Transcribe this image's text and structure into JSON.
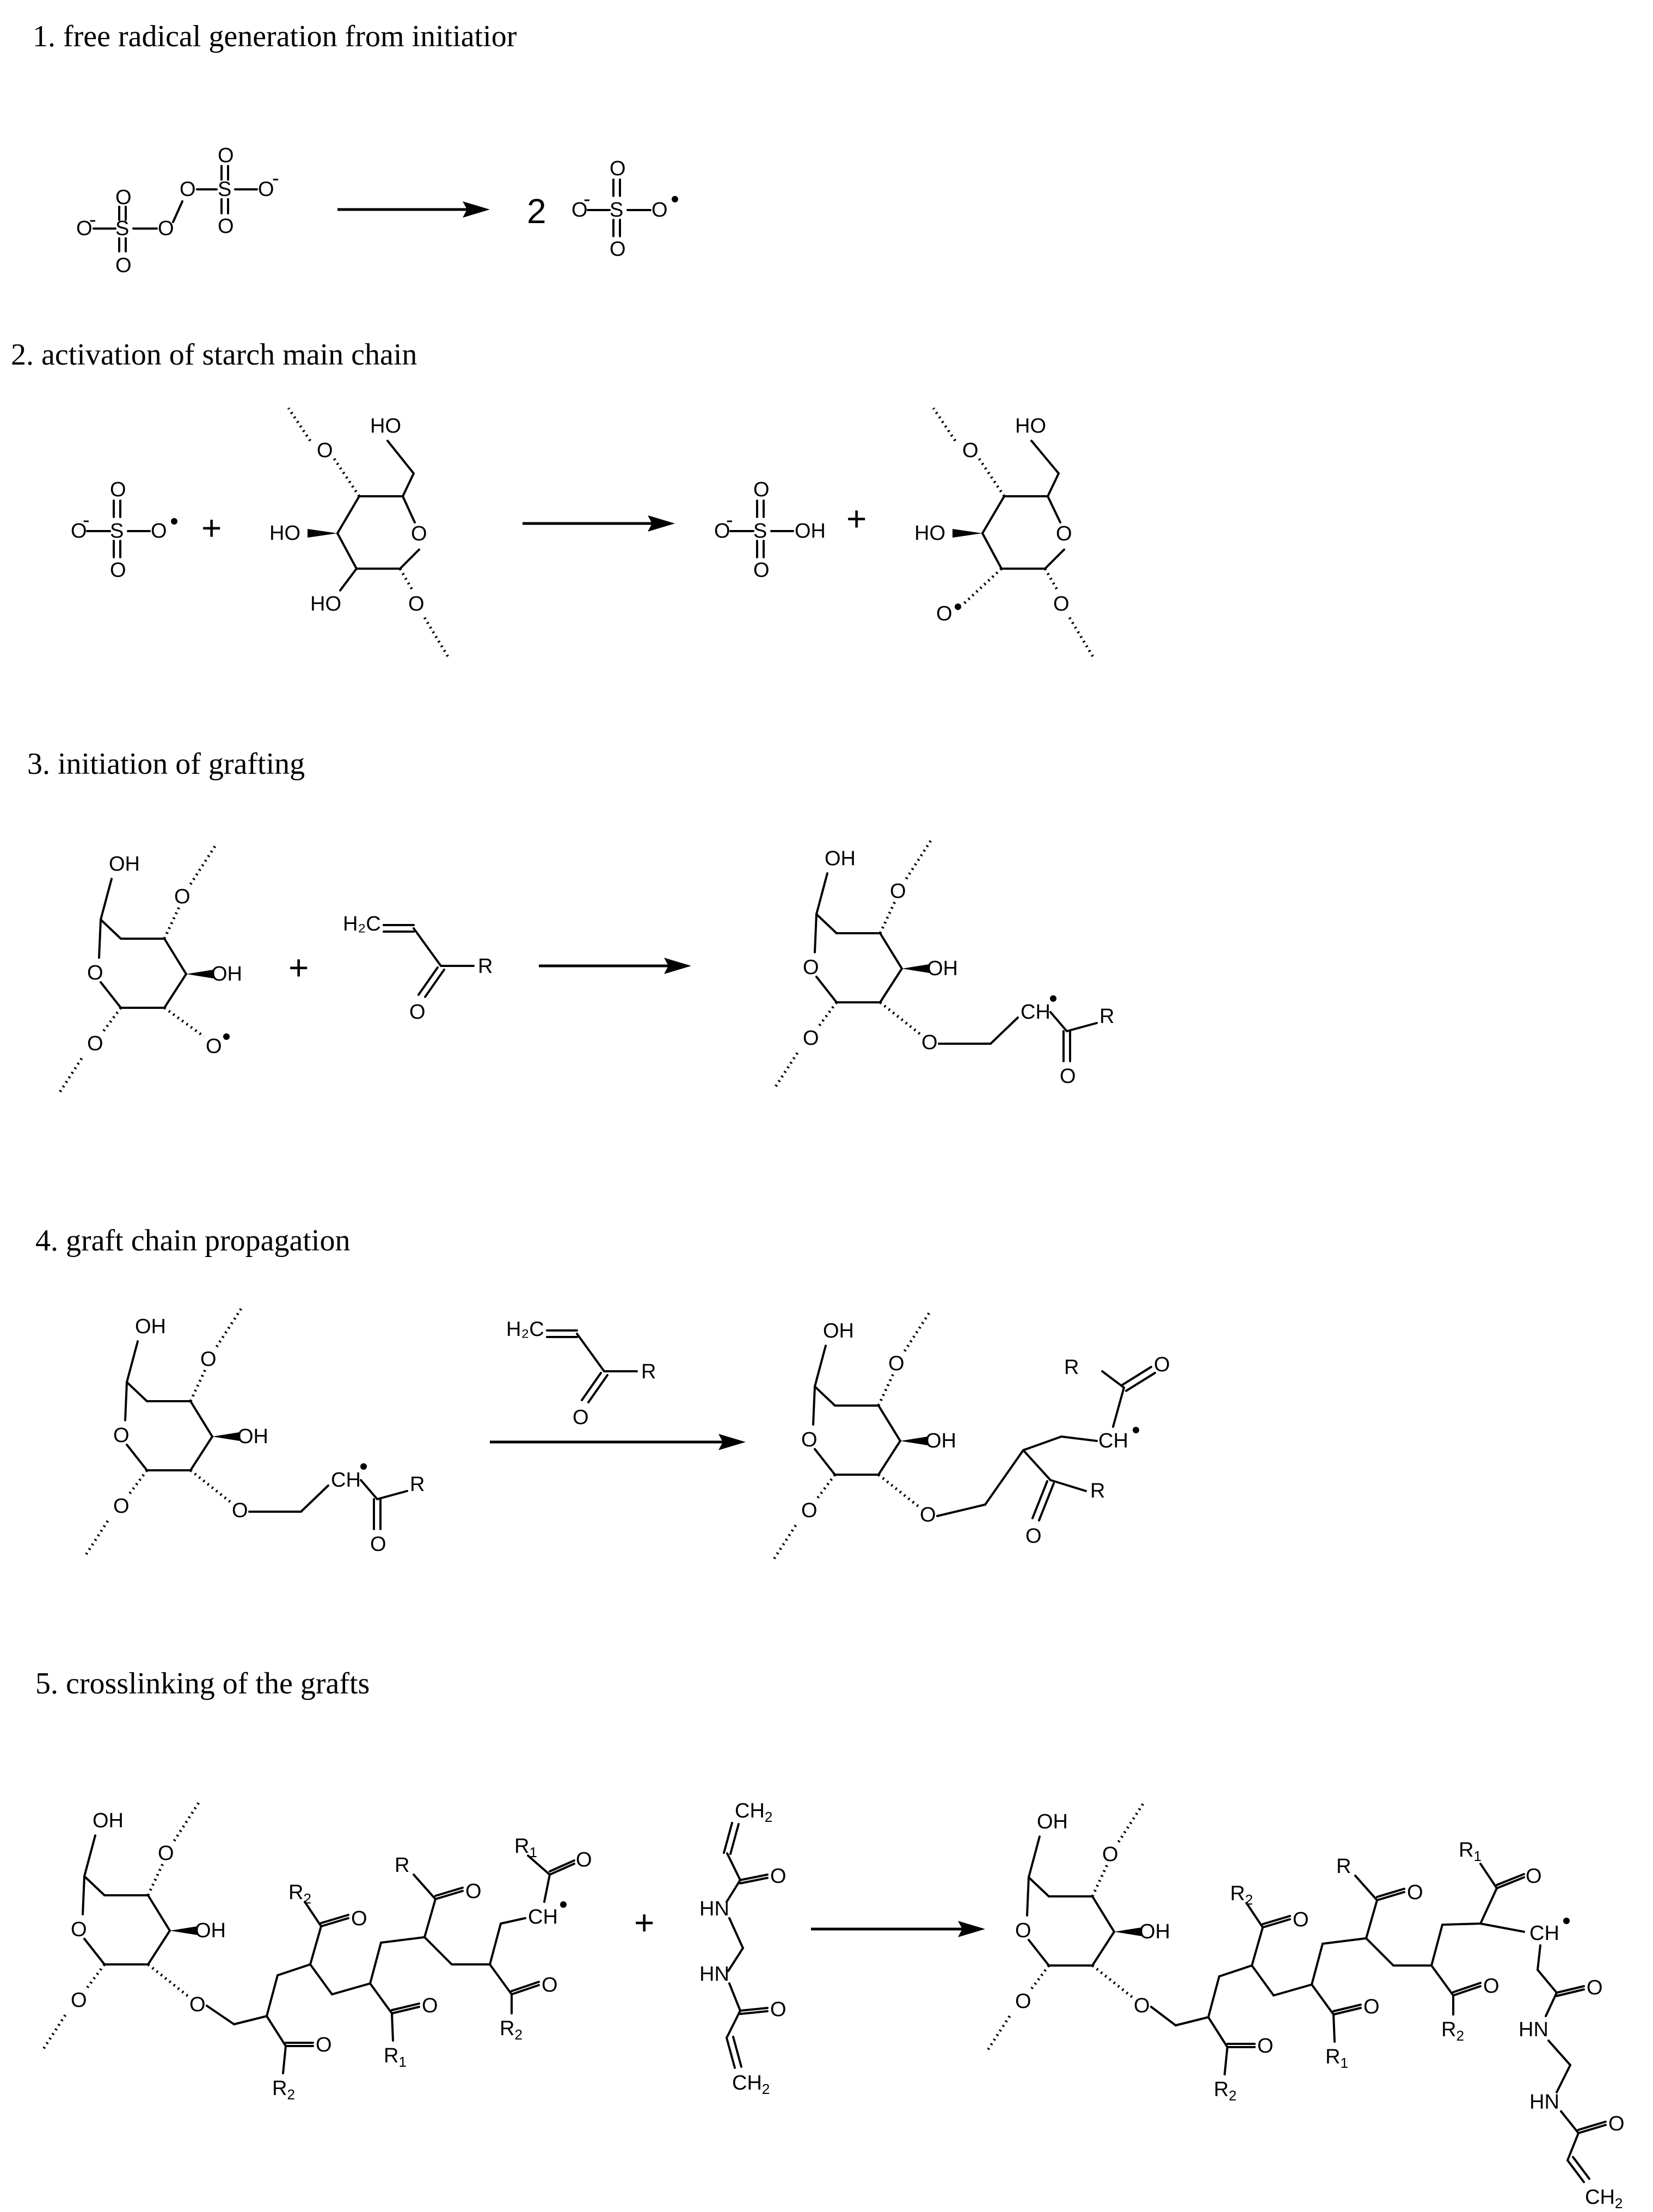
{
  "steps": [
    {
      "number": "1.",
      "title": "free radical generation from initiatior"
    },
    {
      "number": "2.",
      "title": "activation of starch main chain"
    },
    {
      "number": "3.",
      "title": "initiation of grafting"
    },
    {
      "number": "4.",
      "title": "graft chain propagation"
    },
    {
      "number": "5.",
      "title": "crosslinking of the grafts"
    }
  ],
  "labels": {
    "O": "O",
    "S": "S",
    "OH": "OH",
    "HO": "HO",
    "R": "R",
    "R1": "R",
    "R2": "R",
    "sub1": "1",
    "sub2": "2",
    "CH": "CH",
    "HN": "HN",
    "H2C": "H₂C",
    "CH2": "CH",
    "CH2sub": "2",
    "minus": "-",
    "plus": "+",
    "two": "2"
  }
}
